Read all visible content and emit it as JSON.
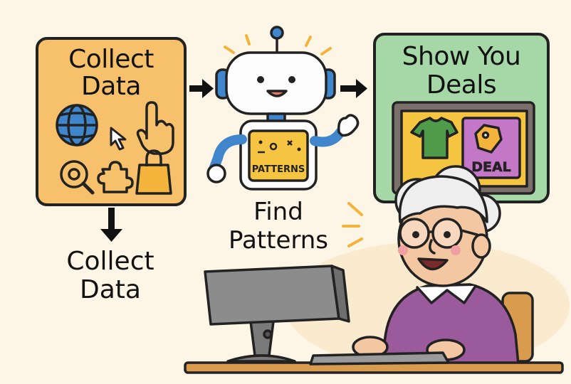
{
  "collect_box": {
    "title_line1": "Collect",
    "title_line2": "Data"
  },
  "collect_caption": {
    "line1": "Collect",
    "line2": "Data"
  },
  "robot": {
    "screen_text": "PATTERNS"
  },
  "patterns_caption": {
    "line1": "Find",
    "line2": "Patterns"
  },
  "deals_box": {
    "title_line1": "Show You",
    "title_line2": "Deals",
    "tag_text": "DEAL"
  },
  "icons": [
    "globe-icon",
    "cursor-icon",
    "hand-pointer-icon",
    "magnifier-icon",
    "puzzle-icon",
    "shopping-bag-icon",
    "tshirt-icon",
    "price-tag-icon"
  ],
  "colors": {
    "collect_box": "#f7c06a",
    "deals_box": "#a5d8a6",
    "robot_accent": "#3f86cc",
    "robot_screen": "#f5c542",
    "sweater": "#9b5a9b",
    "deal_tile": "#c477c6",
    "shirt": "#4e9c4a",
    "bag": "#f4b33a"
  }
}
